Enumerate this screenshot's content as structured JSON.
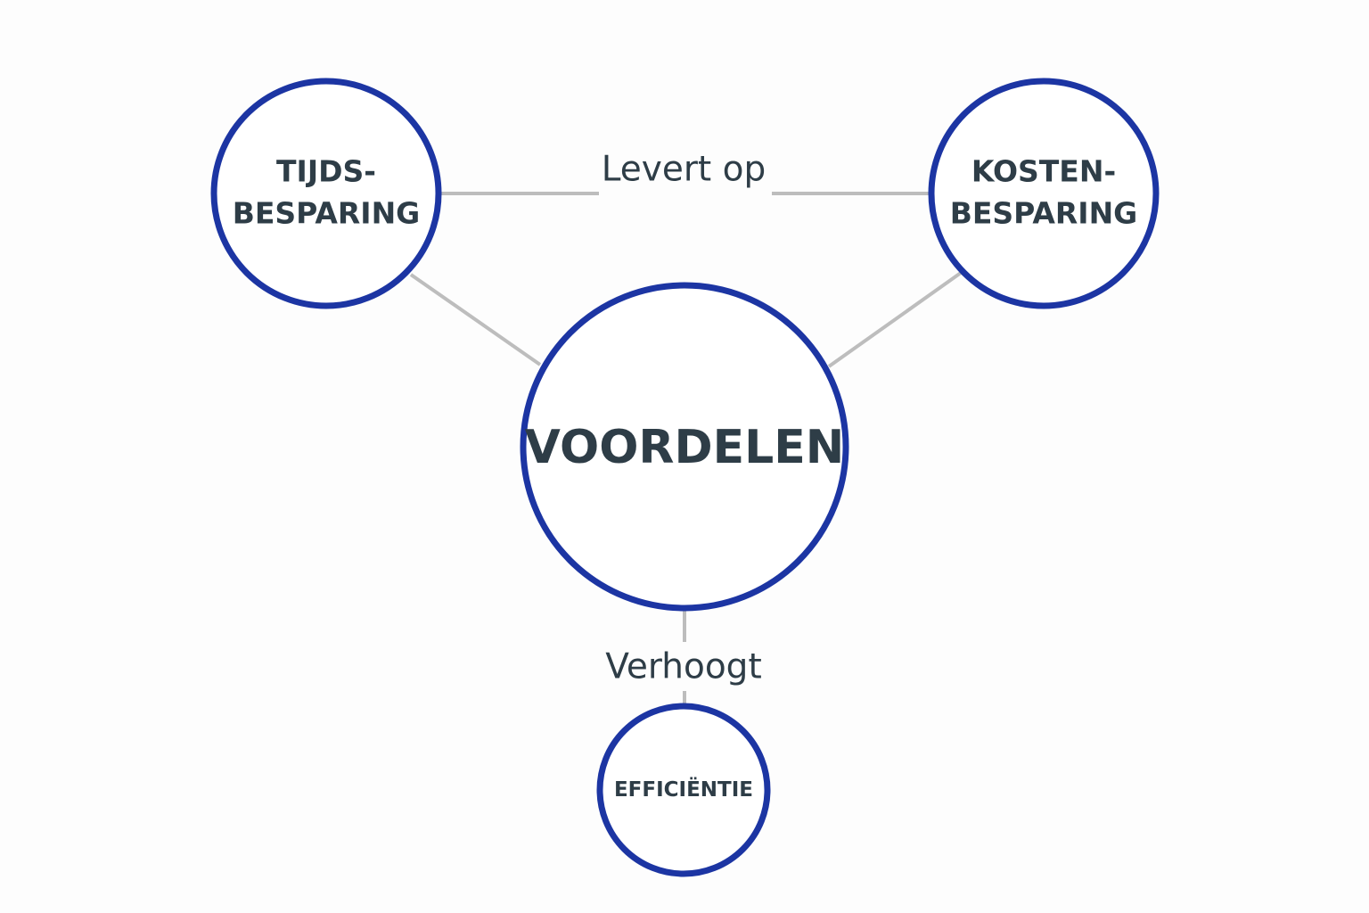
{
  "nodes": {
    "center": {
      "label": "VOORDELEN"
    },
    "time_savings": {
      "line1": "TIJDS-",
      "line2": "BESPARING"
    },
    "cost_savings": {
      "line1": "KOSTEN-",
      "line2": "BESPARING"
    },
    "efficiency": {
      "label": "EFFICIËNTIE"
    }
  },
  "edges": {
    "top_label": "Levert op",
    "bottom_label": "Verhoogt"
  },
  "colors": {
    "node_outline": "#1c35a3",
    "connector": "#bdbdbd",
    "text": "#2e3d47"
  }
}
